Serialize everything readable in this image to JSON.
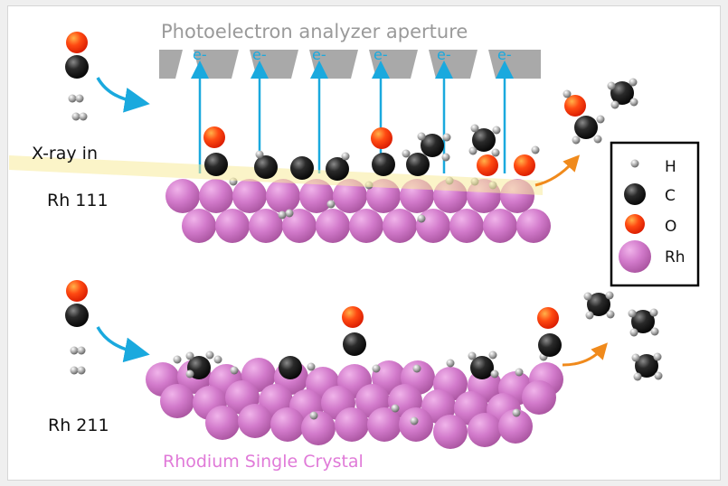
{
  "title": "Photoelectron analyzer aperture",
  "electron_label": "e-",
  "xray_label": "X-ray in",
  "surface_top_label": "Rh 111",
  "surface_bottom_label": "Rh 211",
  "caption": "Rhodium Single Crystal",
  "legend": [
    {
      "symbol": "H",
      "icon": "hydrogen-atom-icon"
    },
    {
      "symbol": "C",
      "icon": "carbon-atom-icon"
    },
    {
      "symbol": "O",
      "icon": "oxygen-atom-icon"
    },
    {
      "symbol": "Rh",
      "icon": "rhodium-atom-icon"
    }
  ],
  "colors": {
    "oxygen": "#ff3a10",
    "carbon": "#1e1e1e",
    "hydrogen": "#9a9a9a",
    "rhodium": "#cc6fc3",
    "electron": "#1aa9de",
    "xray": "#f7eb9a",
    "reaction_arrow": "#f08a1c",
    "aperture": "#a9a9a9",
    "caption": "#e07ad8"
  }
}
